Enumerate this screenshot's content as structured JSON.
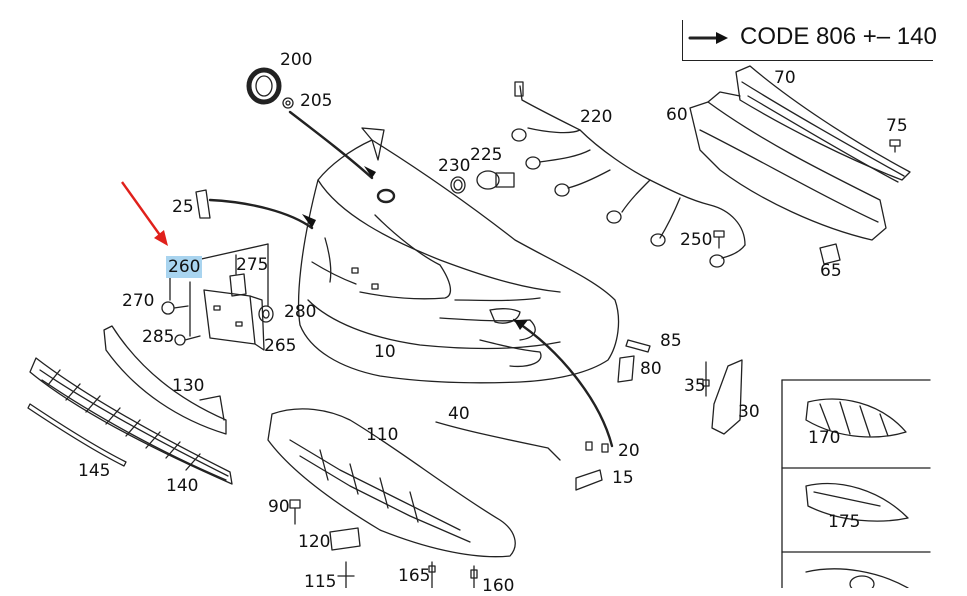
{
  "header": {
    "code_text": "CODE 806 +– 140"
  },
  "colors": {
    "highlight": "#a9d4ef",
    "pointer_arrow": "#e0201b",
    "line": "#222222"
  },
  "callouts": {
    "p10": "10",
    "p15": "15",
    "p20": "20",
    "p25": "25",
    "p30": "30",
    "p35": "35",
    "p40": "40",
    "p60": "60",
    "p65": "65",
    "p70": "70",
    "p75": "75",
    "p80": "80",
    "p85": "85",
    "p90": "90",
    "p110": "110",
    "p115": "115",
    "p120": "120",
    "p130": "130",
    "p140": "140",
    "p145": "145",
    "p160": "160",
    "p165": "165",
    "p170": "170",
    "p175": "175",
    "p200": "200",
    "p205": "205",
    "p220": "220",
    "p225": "225",
    "p230": "230",
    "p250": "250",
    "p260": "260",
    "p265": "265",
    "p270": "270",
    "p275": "275",
    "p280": "280",
    "p285": "285"
  },
  "highlighted_part": "260"
}
